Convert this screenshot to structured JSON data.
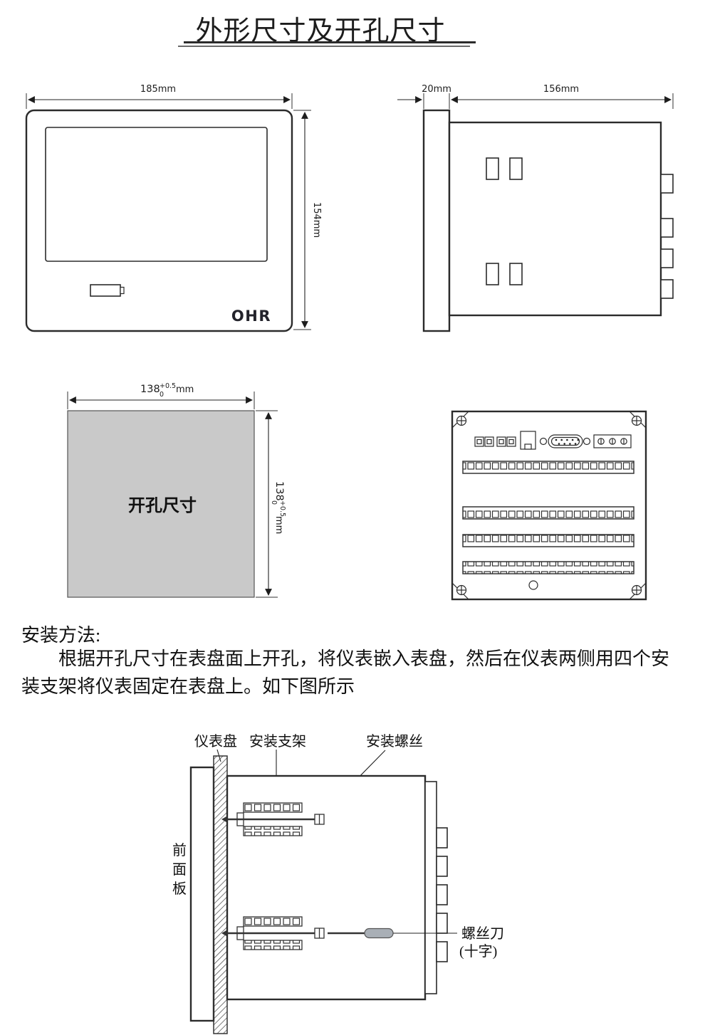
{
  "title": "外形尺寸及开孔尺寸",
  "front_view": {
    "width": "185mm",
    "height": "154mm",
    "brand": "OHR"
  },
  "side_view": {
    "bezel_depth": "20mm",
    "body_depth": "156mm"
  },
  "cutout": {
    "label": "开孔尺寸",
    "width_base": "138",
    "width_tol_top": "+0.5",
    "width_tol_bottom": "0",
    "width_unit": "mm",
    "height_base": "138",
    "height_tol_top": "+0.5",
    "height_tol_bottom": "0",
    "height_unit": "mm"
  },
  "install": {
    "heading": "安装方法:",
    "body": "根据开孔尺寸在表盘面上开孔，将仪表嵌入表盘，然后在仪表两侧用四个安装支架将仪表固定在表盘上。如下图所示",
    "label_panel": "仪表盘",
    "label_bracket": "安装支架",
    "label_screw": "安装螺丝",
    "label_front_panel": "前面板",
    "label_screwdriver": "螺丝刀",
    "label_screwdriver_type": "(十字)"
  }
}
